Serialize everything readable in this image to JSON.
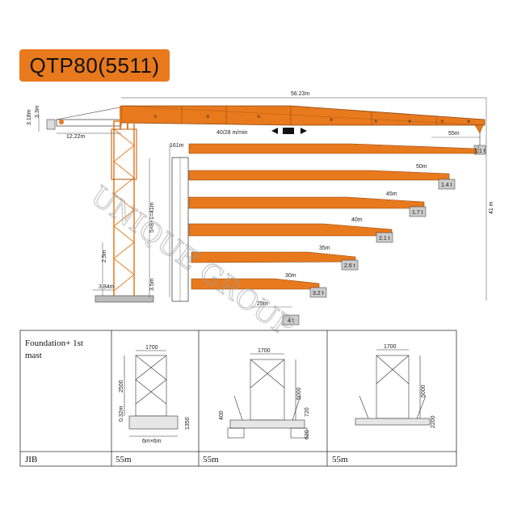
{
  "title": "QTP80(5511)",
  "watermark": "UNIQUE GROUP",
  "colors": {
    "accent": "#e8791d",
    "line": "#333333"
  },
  "crane": {
    "total_length": "56.23m",
    "counter_jib": "12.22m",
    "counter_h": "3.3m",
    "apex_h": "3.18m",
    "trolley_speed": "40/28 m/min",
    "height_label": "41 m",
    "mast_total": "161m",
    "mast_sections": "5×8+1=41m",
    "base_2_5": "2.5m",
    "base_3_5": "3.5m",
    "base_width": "3.84m",
    "jib_configs": [
      {
        "length": "55m",
        "load": "1.1 t"
      },
      {
        "length": "50m",
        "load": "1.4 t"
      },
      {
        "length": "45m",
        "load": "1.7 t"
      },
      {
        "length": "40m",
        "load": "2.1 t"
      },
      {
        "length": "35m",
        "load": "2.6 t"
      },
      {
        "length": "30m",
        "load": "3.2 t"
      },
      {
        "length": "25m",
        "load": "4 t"
      }
    ]
  },
  "table": {
    "row1_label_a": "Foundation+ 1st",
    "row1_label_b": "mast",
    "row2_label": "JIB",
    "jib_values": [
      "55m",
      "55m",
      "55m"
    ],
    "foundation": {
      "width": "1700",
      "height": "2500",
      "base": "0.32m",
      "depth": "1350",
      "footprint": "6m×6m"
    },
    "chassis_a": {
      "width": "1700",
      "height": "5000",
      "h1": "400",
      "h2": "720",
      "h3": "620"
    },
    "chassis_b": {
      "width": "1700",
      "height": "5000",
      "h1": "2200"
    }
  }
}
